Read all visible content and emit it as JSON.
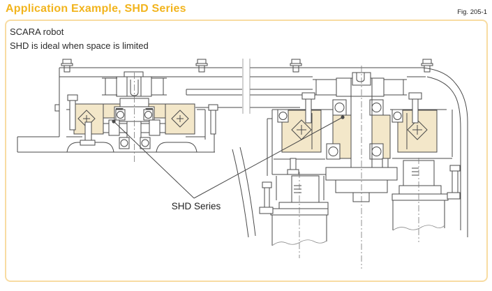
{
  "page": {
    "title": "Application Example, SHD Series",
    "figure_label": "Fig. 205-1"
  },
  "figure": {
    "caption_line1": "SCARA robot",
    "caption_line2": "SHD is ideal when space is limited",
    "callout_label": "SHD Series"
  },
  "colors": {
    "title_text": "#F2B41D",
    "frame_border": "#F8DCA2",
    "highlight_fill": "#F3E7C9",
    "drawing_line": "#4A4A4A",
    "body_text": "#2B2B2B"
  }
}
